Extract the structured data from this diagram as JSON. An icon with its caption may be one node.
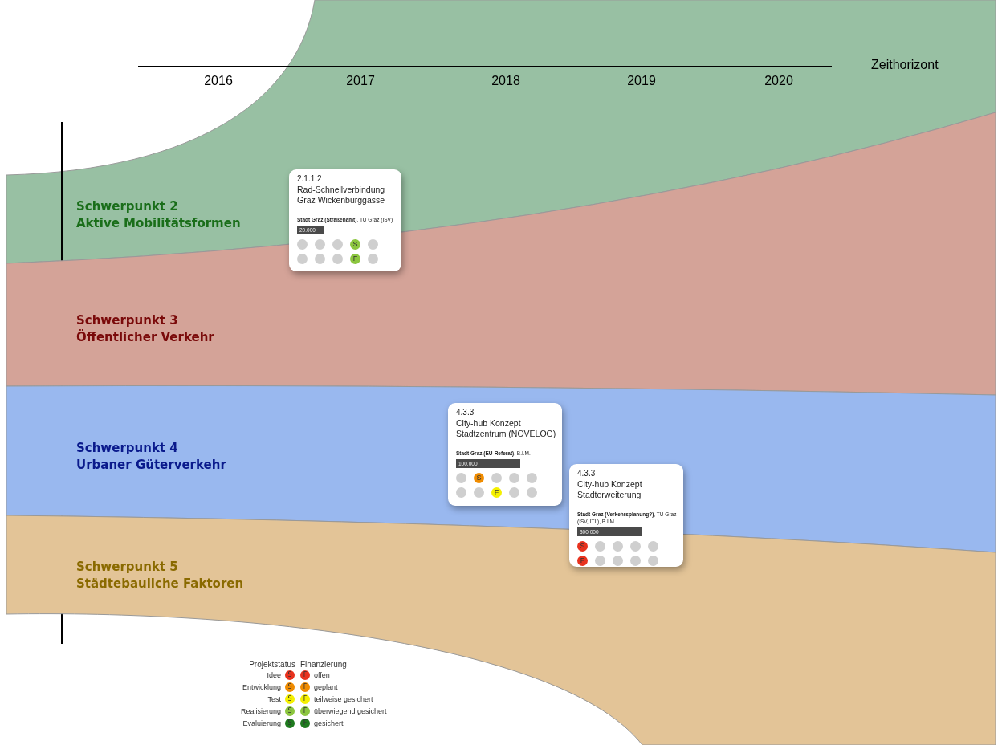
{
  "diagram": {
    "nodes": [
      {
        "text": [
          "Schwerpunkt 2",
          "Aktive Mobilitätsformen"
        ]
      },
      {
        "text": [
          "Schwerpunkt 3",
          "Öffentlicher Verkehr"
        ]
      },
      {
        "text": [
          "Schwerpunkt 4",
          "Urbaner Güterverkehr"
        ]
      },
      {
        "text": [
          "Schwerpunkt 5",
          "Städtebauliche Faktoren"
        ]
      },
      {
        "text": [
          "2.1.1.2",
          "Rad-Schnellverbindung Graz Wickenburggasse",
          "**Stadt Graz (Straßenamt)**, TU Graz (ISV)",
          "20.000",
          "S",
          "F"
        ]
      },
      {
        "text": [
          "4.3.3",
          "City-hub Konzept Stadtzentrum (NOVELOG)",
          "**Stadt Graz (EU-Referat)**, B.I.M.",
          "100.000",
          "S",
          "F"
        ],
        "in": 2
      },
      {
        "text": [
          "4.3.3",
          "City-hub Konzept Stadterweiterung",
          "**Stadt Graz (Verkehrsplanung?)**, TU Graz (ISV, ITL), B.I.M.",
          "300.000",
          "S",
          "F"
        ]
      }
    ],
    "edges": [],
    "labels": [
      "Zeithorizont",
      "2016",
      "2017",
      "2018",
      "2019",
      "2020",
      "Projektstatus",
      "Finanzierung",
      "S",
      "F",
      "S",
      "F",
      "S",
      "F",
      "S",
      "F",
      "S",
      "F"
    ],
    "legend": [
      {
        "text": "Idee",
        "color": "#e8321e"
      },
      {
        "text": "offen",
        "color": "#e8321e"
      },
      {
        "text": "Entwicklung",
        "color": "#f08c00"
      },
      {
        "text": "geplant",
        "color": "#f08c00"
      },
      {
        "text": "Test",
        "color": "#f5f000"
      },
      {
        "text": "teilweise gesichert",
        "color": "#f5f000"
      },
      {
        "text": "Realisierung",
        "color": "#8cc63f"
      },
      {
        "text": "überwiegend gesichert",
        "color": "#8cc63f"
      },
      {
        "text": "Evaluierung",
        "color": "#1e7a1e"
      },
      {
        "text": "gesichert",
        "color": "#1e7a1e"
      }
    ]
  }
}
